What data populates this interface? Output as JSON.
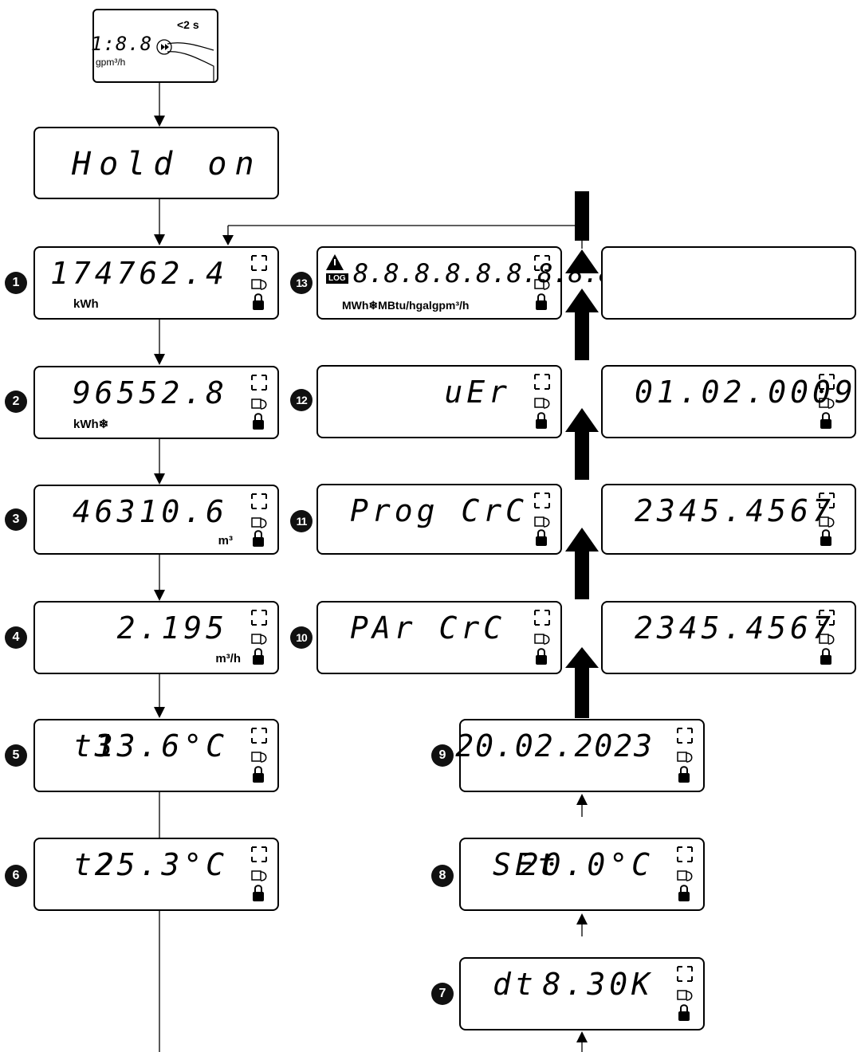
{
  "hint": {
    "digits": "1:8.8",
    "unit": "gpm³/h",
    "duration": "<2 s"
  },
  "hold": {
    "text": "Hold on"
  },
  "steps": [
    {
      "no": "1",
      "value": "174762.4",
      "unit": "kWh"
    },
    {
      "no": "2",
      "value": "96552.8",
      "unit": "kWh❄"
    },
    {
      "no": "3",
      "value": "46310.6",
      "unit": "m³"
    },
    {
      "no": "4",
      "value": "2.195",
      "unit": "m³/h"
    },
    {
      "no": "5",
      "label": "t1",
      "value": "33.6°C"
    },
    {
      "no": "6",
      "label": "t2",
      "value": "25.3°C"
    },
    {
      "no": "7",
      "label": "dt",
      "value": "8.30K"
    },
    {
      "no": "8",
      "label": "SEt",
      "value": "20.0°C"
    },
    {
      "no": "9",
      "value": "20.02.2023"
    },
    {
      "no": "10",
      "label": "PAr CrC",
      "detail": "2345.4567"
    },
    {
      "no": "11",
      "label": "Prog CrC",
      "detail": "2345.4567"
    },
    {
      "no": "12",
      "label": "uEr",
      "detail": "01.02.0009"
    },
    {
      "no": "13",
      "value": "8.8.8.8.8.8.8.8.8",
      "unit": "MWh❄MBtu/hgalgpm³/h"
    }
  ]
}
